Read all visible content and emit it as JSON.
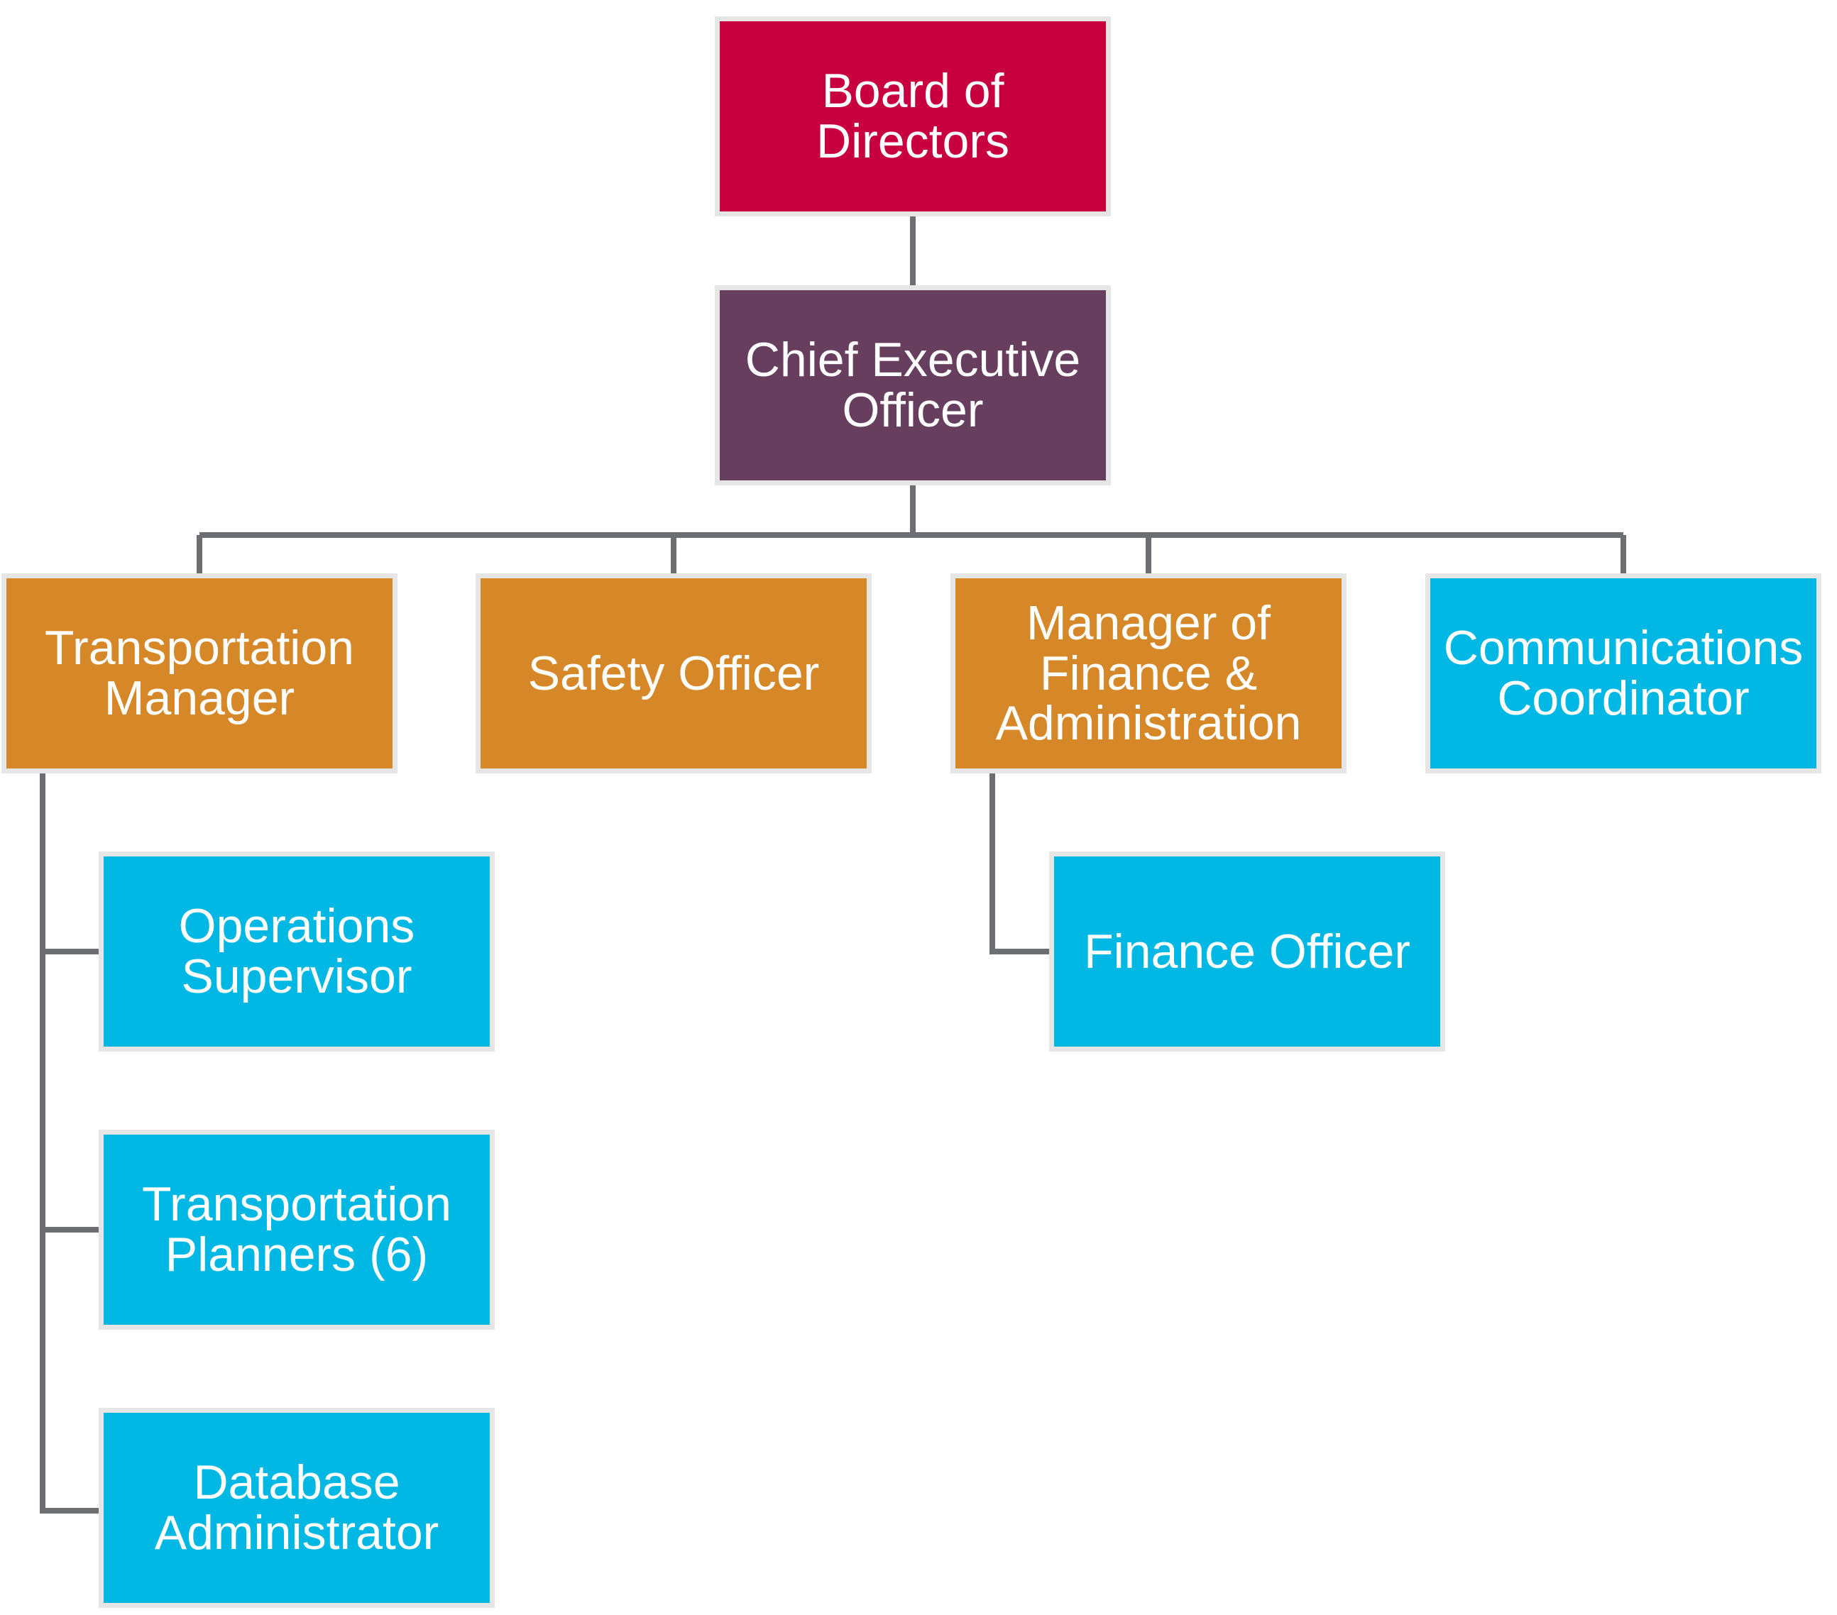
{
  "org_chart": {
    "board": "Board of\nDirectors",
    "ceo": "Chief Executive\nOfficer",
    "transportation_manager": "Transportation\nManager",
    "safety_officer": "Safety Officer",
    "manager_finance_admin": "Manager of\nFinance &\nAdministration",
    "communications_coordinator": "Communications\nCoordinator",
    "operations_supervisor": "Operations\nSupervisor",
    "transportation_planners": "Transportation\nPlanners (6)",
    "database_administrator": "Database\nAdministrator",
    "finance_officer": "Finance Officer"
  },
  "colors": {
    "board": "#c8003f",
    "executive": "#673e5e",
    "manager": "#d68828",
    "staff": "#00b8e3",
    "connector": "#6d6e71",
    "box_border": "#e6e6e6"
  }
}
